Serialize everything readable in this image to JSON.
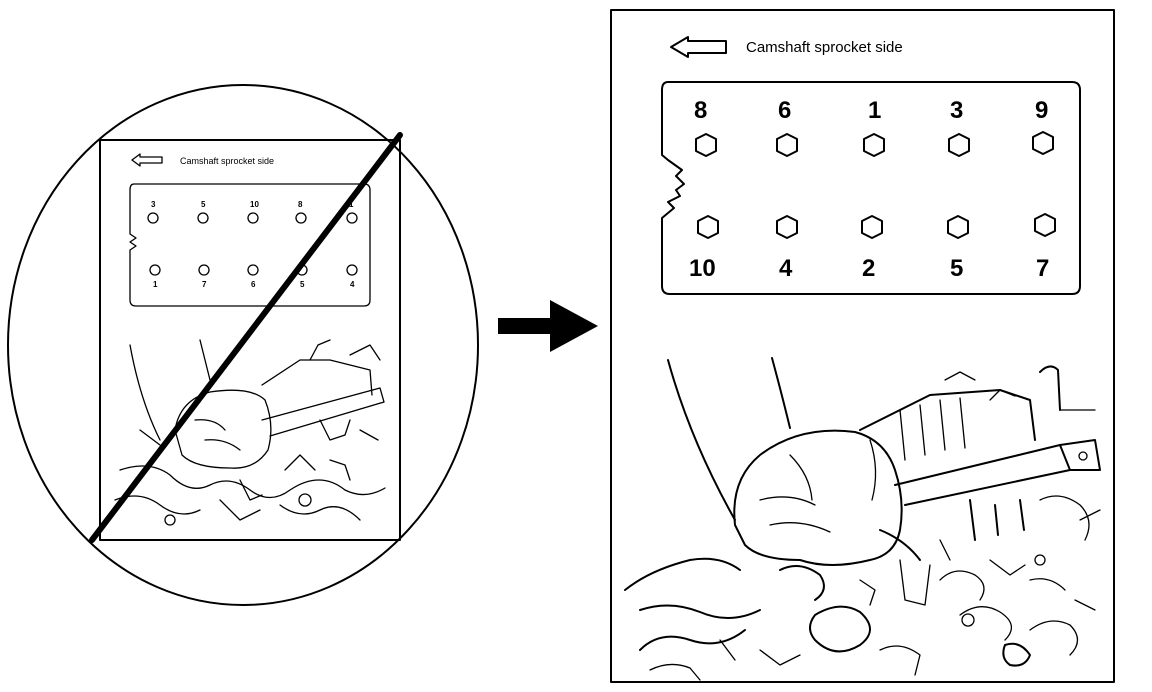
{
  "incorrect": {
    "label": "Camshaft sprocket side",
    "top_row": [
      "3",
      "5",
      "10",
      "8",
      "1"
    ],
    "bottom_row": [
      "1",
      "7",
      "6",
      "5",
      "4"
    ]
  },
  "correct": {
    "label": "Camshaft sprocket side",
    "top_row": [
      "8",
      "6",
      "1",
      "3",
      "9"
    ],
    "bottom_row": [
      "10",
      "4",
      "2",
      "5",
      "7"
    ]
  },
  "colors": {
    "ink": "#000000",
    "paper": "#ffffff"
  }
}
